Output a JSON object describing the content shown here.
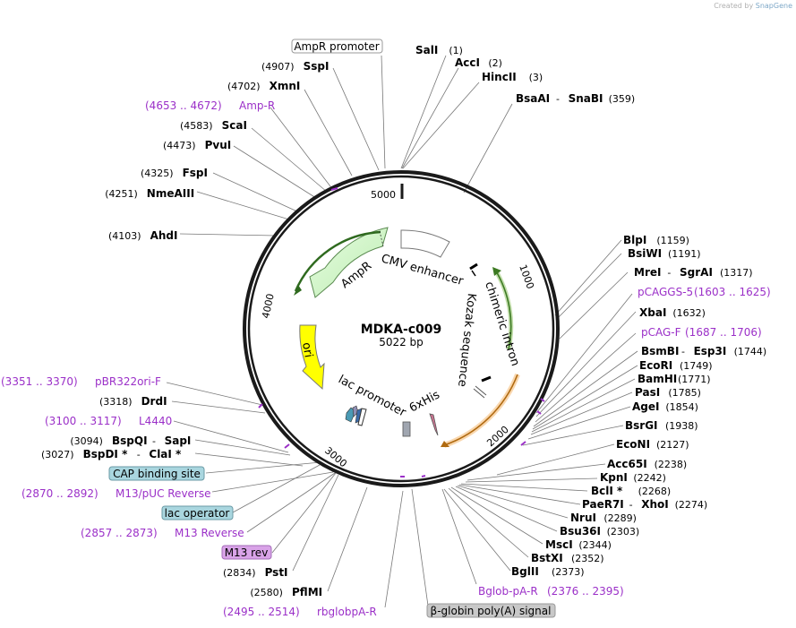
{
  "credit": {
    "prefix": "Created by",
    "brand": "SnapGene"
  },
  "plasmid": {
    "name": "MDKA-c009",
    "length": "5022 bp"
  },
  "ticks": [
    "5000",
    "1000",
    "2000",
    "3000",
    "4000"
  ],
  "features": {
    "cmv": "CMV enhancer",
    "ampr": "AmpR",
    "ori": "ori",
    "intron": "chimeric intron",
    "kozak": "Kozak sequence",
    "lac": "lac promoter",
    "his": "6xHis"
  },
  "sites_right": [
    {
      "parts": [
        [
          "SalI",
          "b"
        ],
        [
          "(1)",
          "n"
        ]
      ]
    },
    {
      "parts": [
        [
          "AccI",
          "b"
        ],
        [
          "(2)",
          "n"
        ]
      ]
    },
    {
      "parts": [
        [
          "HincII",
          "b"
        ],
        [
          "(3)",
          "n"
        ]
      ]
    },
    {
      "parts": [
        [
          "BsaAI",
          "b"
        ],
        [
          "-",
          "n"
        ],
        [
          "SnaBI",
          "b"
        ],
        [
          "(359)",
          "n"
        ]
      ]
    },
    {
      "parts": [
        [
          "BlpI",
          "b"
        ],
        [
          "(1159)",
          "n"
        ]
      ]
    },
    {
      "parts": [
        [
          "BsiWI",
          "b"
        ],
        [
          "(1191)",
          "n"
        ]
      ]
    },
    {
      "parts": [
        [
          "MreI",
          "b"
        ],
        [
          "-",
          "n"
        ],
        [
          "SgrAI",
          "b"
        ],
        [
          "(1317)",
          "n"
        ]
      ]
    },
    {
      "parts": [
        [
          "pCAGGS-5",
          "p"
        ],
        [
          "(1603 .. 1625)",
          "p"
        ]
      ]
    },
    {
      "parts": [
        [
          "XbaI",
          "b"
        ],
        [
          "(1632)",
          "n"
        ]
      ]
    },
    {
      "parts": [
        [
          "pCAG-F",
          "p"
        ],
        [
          "(1687 .. 1706)",
          "p"
        ]
      ]
    },
    {
      "parts": [
        [
          "BsmBI",
          "b"
        ],
        [
          "-",
          "n"
        ],
        [
          "Esp3I",
          "b"
        ],
        [
          "(1744)",
          "n"
        ]
      ]
    },
    {
      "parts": [
        [
          "EcoRI",
          "b"
        ],
        [
          "(1749)",
          "n"
        ]
      ]
    },
    {
      "parts": [
        [
          "BamHI",
          "b"
        ],
        [
          "(1771)",
          "n"
        ]
      ]
    },
    {
      "parts": [
        [
          "PasI",
          "b"
        ],
        [
          "(1785)",
          "n"
        ]
      ]
    },
    {
      "parts": [
        [
          "AgeI",
          "b"
        ],
        [
          "(1854)",
          "n"
        ]
      ]
    },
    {
      "parts": [
        [
          "BsrGI",
          "b"
        ],
        [
          "(1938)",
          "n"
        ]
      ]
    },
    {
      "parts": [
        [
          "EcoNI",
          "b"
        ],
        [
          "(2127)",
          "n"
        ]
      ]
    },
    {
      "parts": [
        [
          "Acc65I",
          "b"
        ],
        [
          "(2238)",
          "n"
        ]
      ]
    },
    {
      "parts": [
        [
          "KpnI",
          "b"
        ],
        [
          "(2242)",
          "n"
        ]
      ]
    },
    {
      "parts": [
        [
          "BclI *",
          "b"
        ],
        [
          "(2268)",
          "n"
        ]
      ]
    },
    {
      "parts": [
        [
          "PaeR7I",
          "b"
        ],
        [
          "-",
          "n"
        ],
        [
          "XhoI",
          "b"
        ],
        [
          "(2274)",
          "n"
        ]
      ]
    },
    {
      "parts": [
        [
          "NruI",
          "b"
        ],
        [
          "(2289)",
          "n"
        ]
      ]
    },
    {
      "parts": [
        [
          "Bsu36I",
          "b"
        ],
        [
          "(2303)",
          "n"
        ]
      ]
    },
    {
      "parts": [
        [
          "MscI",
          "b"
        ],
        [
          "(2344)",
          "n"
        ]
      ]
    },
    {
      "parts": [
        [
          "BstXI",
          "b"
        ],
        [
          "(2352)",
          "n"
        ]
      ]
    },
    {
      "parts": [
        [
          "BglII",
          "b"
        ],
        [
          "(2373)",
          "n"
        ]
      ]
    },
    {
      "parts": [
        [
          "Bglob-pA-R",
          "p"
        ],
        [
          "(2376 .. 2395)",
          "p"
        ]
      ]
    }
  ],
  "sites_left": [
    {
      "parts": [
        [
          "(4907)",
          "n"
        ],
        [
          "SspI",
          "b"
        ]
      ]
    },
    {
      "parts": [
        [
          "(4702)",
          "n"
        ],
        [
          "XmnI",
          "b"
        ]
      ]
    },
    {
      "parts": [
        [
          "(4653 .. 4672)",
          "p"
        ],
        [
          "Amp-R",
          "p"
        ]
      ]
    },
    {
      "parts": [
        [
          "(4583)",
          "n"
        ],
        [
          "ScaI",
          "b"
        ]
      ]
    },
    {
      "parts": [
        [
          "(4473)",
          "n"
        ],
        [
          "PvuI",
          "b"
        ]
      ]
    },
    {
      "parts": [
        [
          "(4325)",
          "n"
        ],
        [
          "FspI",
          "b"
        ]
      ]
    },
    {
      "parts": [
        [
          "(4251)",
          "n"
        ],
        [
          "NmeAIII",
          "b"
        ]
      ]
    },
    {
      "parts": [
        [
          "(4103)",
          "n"
        ],
        [
          "AhdI",
          "b"
        ]
      ]
    },
    {
      "parts": [
        [
          "(3351 .. 3370)",
          "p"
        ],
        [
          "pBR322ori-F",
          "p"
        ]
      ]
    },
    {
      "parts": [
        [
          "(3318)",
          "n"
        ],
        [
          "DrdI",
          "b"
        ]
      ]
    },
    {
      "parts": [
        [
          "(3100 .. 3117)",
          "p"
        ],
        [
          "L4440",
          "p"
        ]
      ]
    },
    {
      "parts": [
        [
          "(3094)",
          "n"
        ],
        [
          "BspQI",
          "b"
        ],
        [
          "-",
          "n"
        ],
        [
          "SapI",
          "b"
        ]
      ]
    },
    {
      "parts": [
        [
          "(3027)",
          "n"
        ],
        [
          "BspDI *",
          "b"
        ],
        [
          "-",
          "n"
        ],
        [
          "ClaI *",
          "b"
        ]
      ]
    },
    {
      "parts": [
        [
          "(2870 .. 2892)",
          "p"
        ],
        [
          "M13/pUC Reverse",
          "p"
        ]
      ]
    },
    {
      "parts": [
        [
          "(2857 .. 2873)",
          "p"
        ],
        [
          "M13 Reverse",
          "p"
        ]
      ]
    },
    {
      "parts": [
        [
          "(2834)",
          "n"
        ],
        [
          "PstI",
          "b"
        ]
      ]
    },
    {
      "parts": [
        [
          "(2580)",
          "n"
        ],
        [
          "PflMI",
          "b"
        ]
      ]
    },
    {
      "parts": [
        [
          "(2495 .. 2514)",
          "p"
        ],
        [
          "rbglobpA-R",
          "p"
        ]
      ]
    }
  ],
  "boxes": [
    {
      "text": "AmpR promoter",
      "fill": "#ffffff",
      "stroke": "#999999"
    },
    {
      "text": "CAP binding site",
      "fill": "#a9d6df",
      "stroke": "#6a9aa5"
    },
    {
      "text": "lac operator",
      "fill": "#a9d6df",
      "stroke": "#6a9aa5"
    },
    {
      "text": "M13 rev",
      "fill": "#d9a3e8",
      "stroke": "#a46cb8"
    },
    {
      "text": "β-globin poly(A) signal",
      "fill": "#c8c8c8",
      "stroke": "#999999"
    }
  ],
  "colors": {
    "enzyme": "#000000",
    "primer": "#9b30c8",
    "ampr": "#c8f2c0",
    "ori": "#ffff00",
    "intron_arc": "#7ab648",
    "orange_arc": "#f2a64c"
  }
}
